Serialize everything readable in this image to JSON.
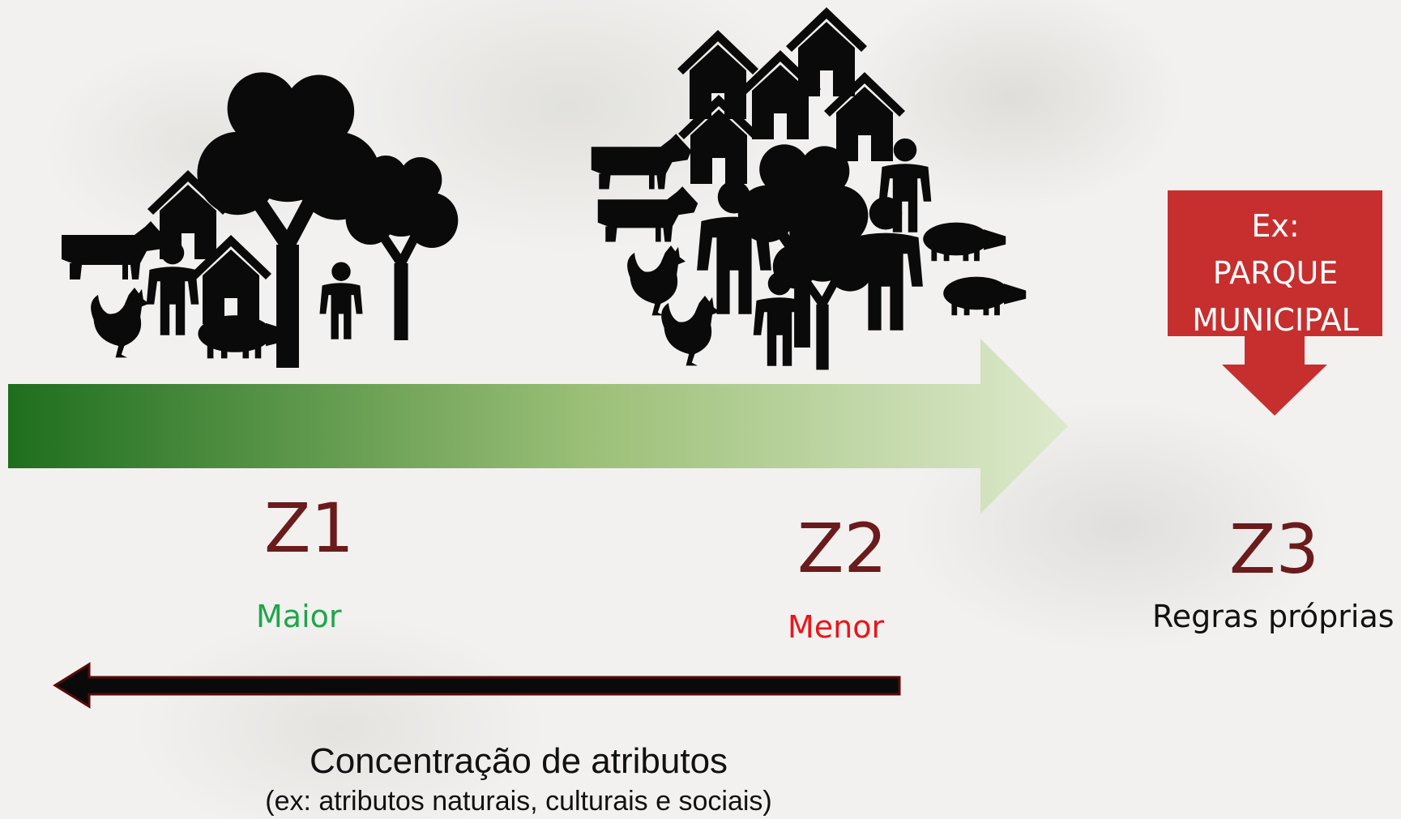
{
  "zones": [
    {
      "id": "Z1",
      "label": "Z1",
      "level": "Maior",
      "level_color": "#1fa54a"
    },
    {
      "id": "Z2",
      "label": "Z2",
      "level": "Menor",
      "level_color": "#e8161b"
    },
    {
      "id": "Z3",
      "label": "Z3",
      "note": "Regras próprias"
    }
  ],
  "example_box": {
    "lines": [
      "Ex:",
      "PARQUE",
      "MUNICIPAL"
    ],
    "color": "#c72f2f"
  },
  "caption": {
    "title": "Concentração de atributos",
    "subtitle": "(ex: atributos naturais, culturais e sociais)"
  },
  "colors": {
    "zone_label": "#6a1b1b",
    "gradient_start": "#1e6e1e",
    "gradient_end": "#dde9cc",
    "silhouette": "#0a0a0a"
  },
  "icons": {
    "z1_group": [
      "tree-icon",
      "house-icon",
      "person-icon",
      "cow-icon",
      "rooster-icon",
      "pig-icon"
    ],
    "z2_group": [
      "house-icon",
      "tree-icon",
      "person-icon",
      "cow-icon",
      "rooster-icon",
      "pig-icon"
    ]
  }
}
